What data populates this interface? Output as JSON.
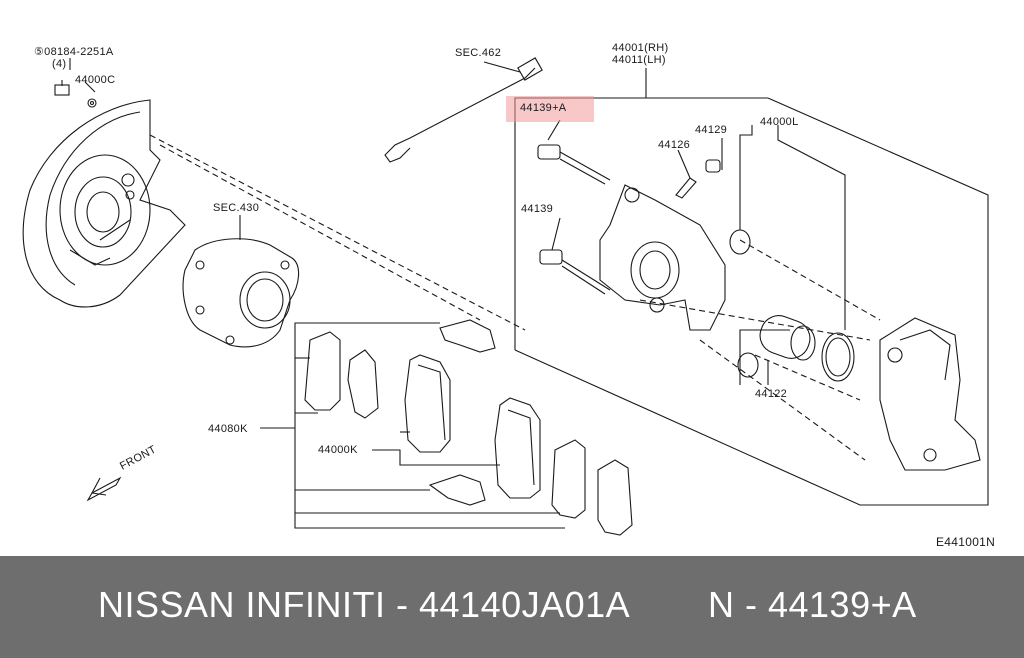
{
  "diagram": {
    "labels": {
      "bolt_spec": "⑤08184-2251A",
      "bolt_qty": "(4)",
      "bolt_part": "44000C",
      "sec462": "SEC.462",
      "caliper_rh": "44001(RH)",
      "caliper_lh": "44011(LH)",
      "highlighted_part": "44139+A",
      "part_44129": "44129",
      "part_44000l": "44000L",
      "part_44126": "44126",
      "sec430": "SEC.430",
      "part_44139": "44139",
      "part_44080k": "44080K",
      "part_44000k": "44000K",
      "part_44122": "44122",
      "front": "FRONT",
      "diagram_code": "E441001N"
    },
    "highlight_color": "#f29a9a"
  },
  "footer": {
    "left_text": "NISSAN INFINITI - 44140JA01A",
    "right_text": "N - 44139+A",
    "background": "#6e6e6e"
  }
}
